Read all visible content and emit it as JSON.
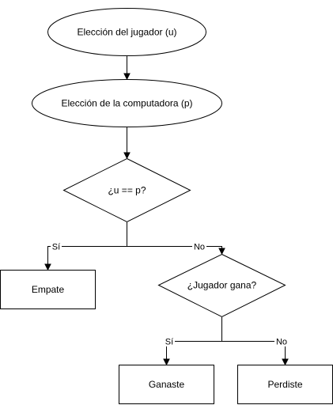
{
  "nodes": {
    "player_choice": "Elección del jugador (u)",
    "computer_choice": "Elección de la computadora (p)",
    "equal_check": "¿u == p?",
    "tie": "Empate",
    "player_wins_check": "¿Jugador gana?",
    "win": "Ganaste",
    "lose": "Perdiste"
  },
  "edges": {
    "equal_yes": "Sí",
    "equal_no": "No",
    "wins_yes": "Sí",
    "wins_no": "No"
  },
  "colors": {
    "stroke": "#000000",
    "fill": "#ffffff",
    "text": "#000000"
  }
}
